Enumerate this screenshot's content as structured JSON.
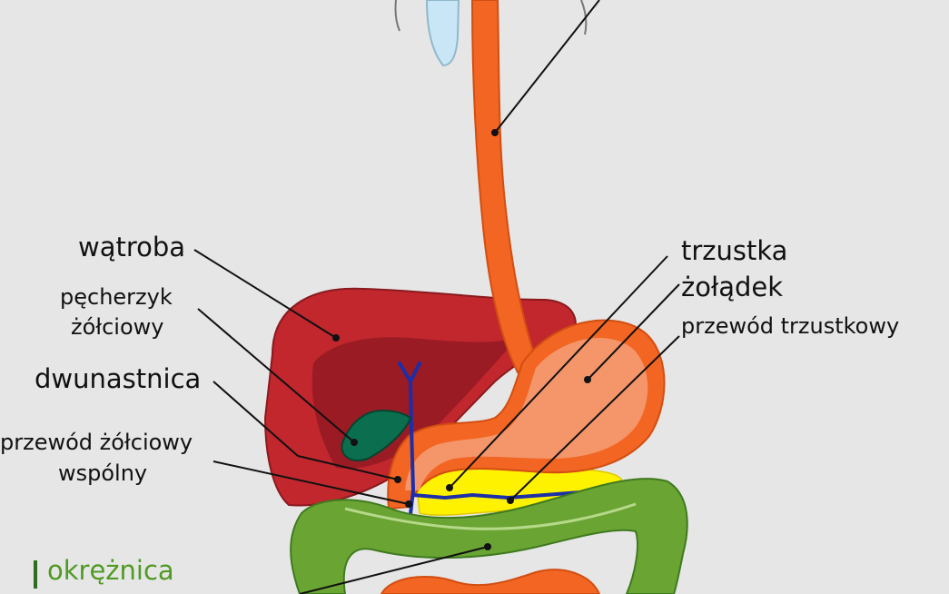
{
  "labels": {
    "watroba": "wątroba",
    "pecherzyk_1": "pęcherzyk",
    "pecherzyk_2": "żółciowy",
    "dwunastnica": "dwunastnica",
    "przewod_zolciowy_1": "przewód żółciowy",
    "przewod_zolciowy_2": "wspólny",
    "trzustka": "trzustka",
    "zoladek": "żołądek",
    "przewod_trzustkowy": "przewód trzustkowy",
    "okreznica": "okrężnica"
  },
  "colors": {
    "background": "#e6e6e6",
    "liver": "#c1272d",
    "liver_shade": "#9b1b24",
    "esophagus": "#f26522",
    "stomach": "#f4956a",
    "gallbladder": "#0b6e4f",
    "bile_duct": "#1c2ea8",
    "pancreas": "#fff200",
    "colon": "#6aa534",
    "accent_green": "#4f9a22"
  }
}
